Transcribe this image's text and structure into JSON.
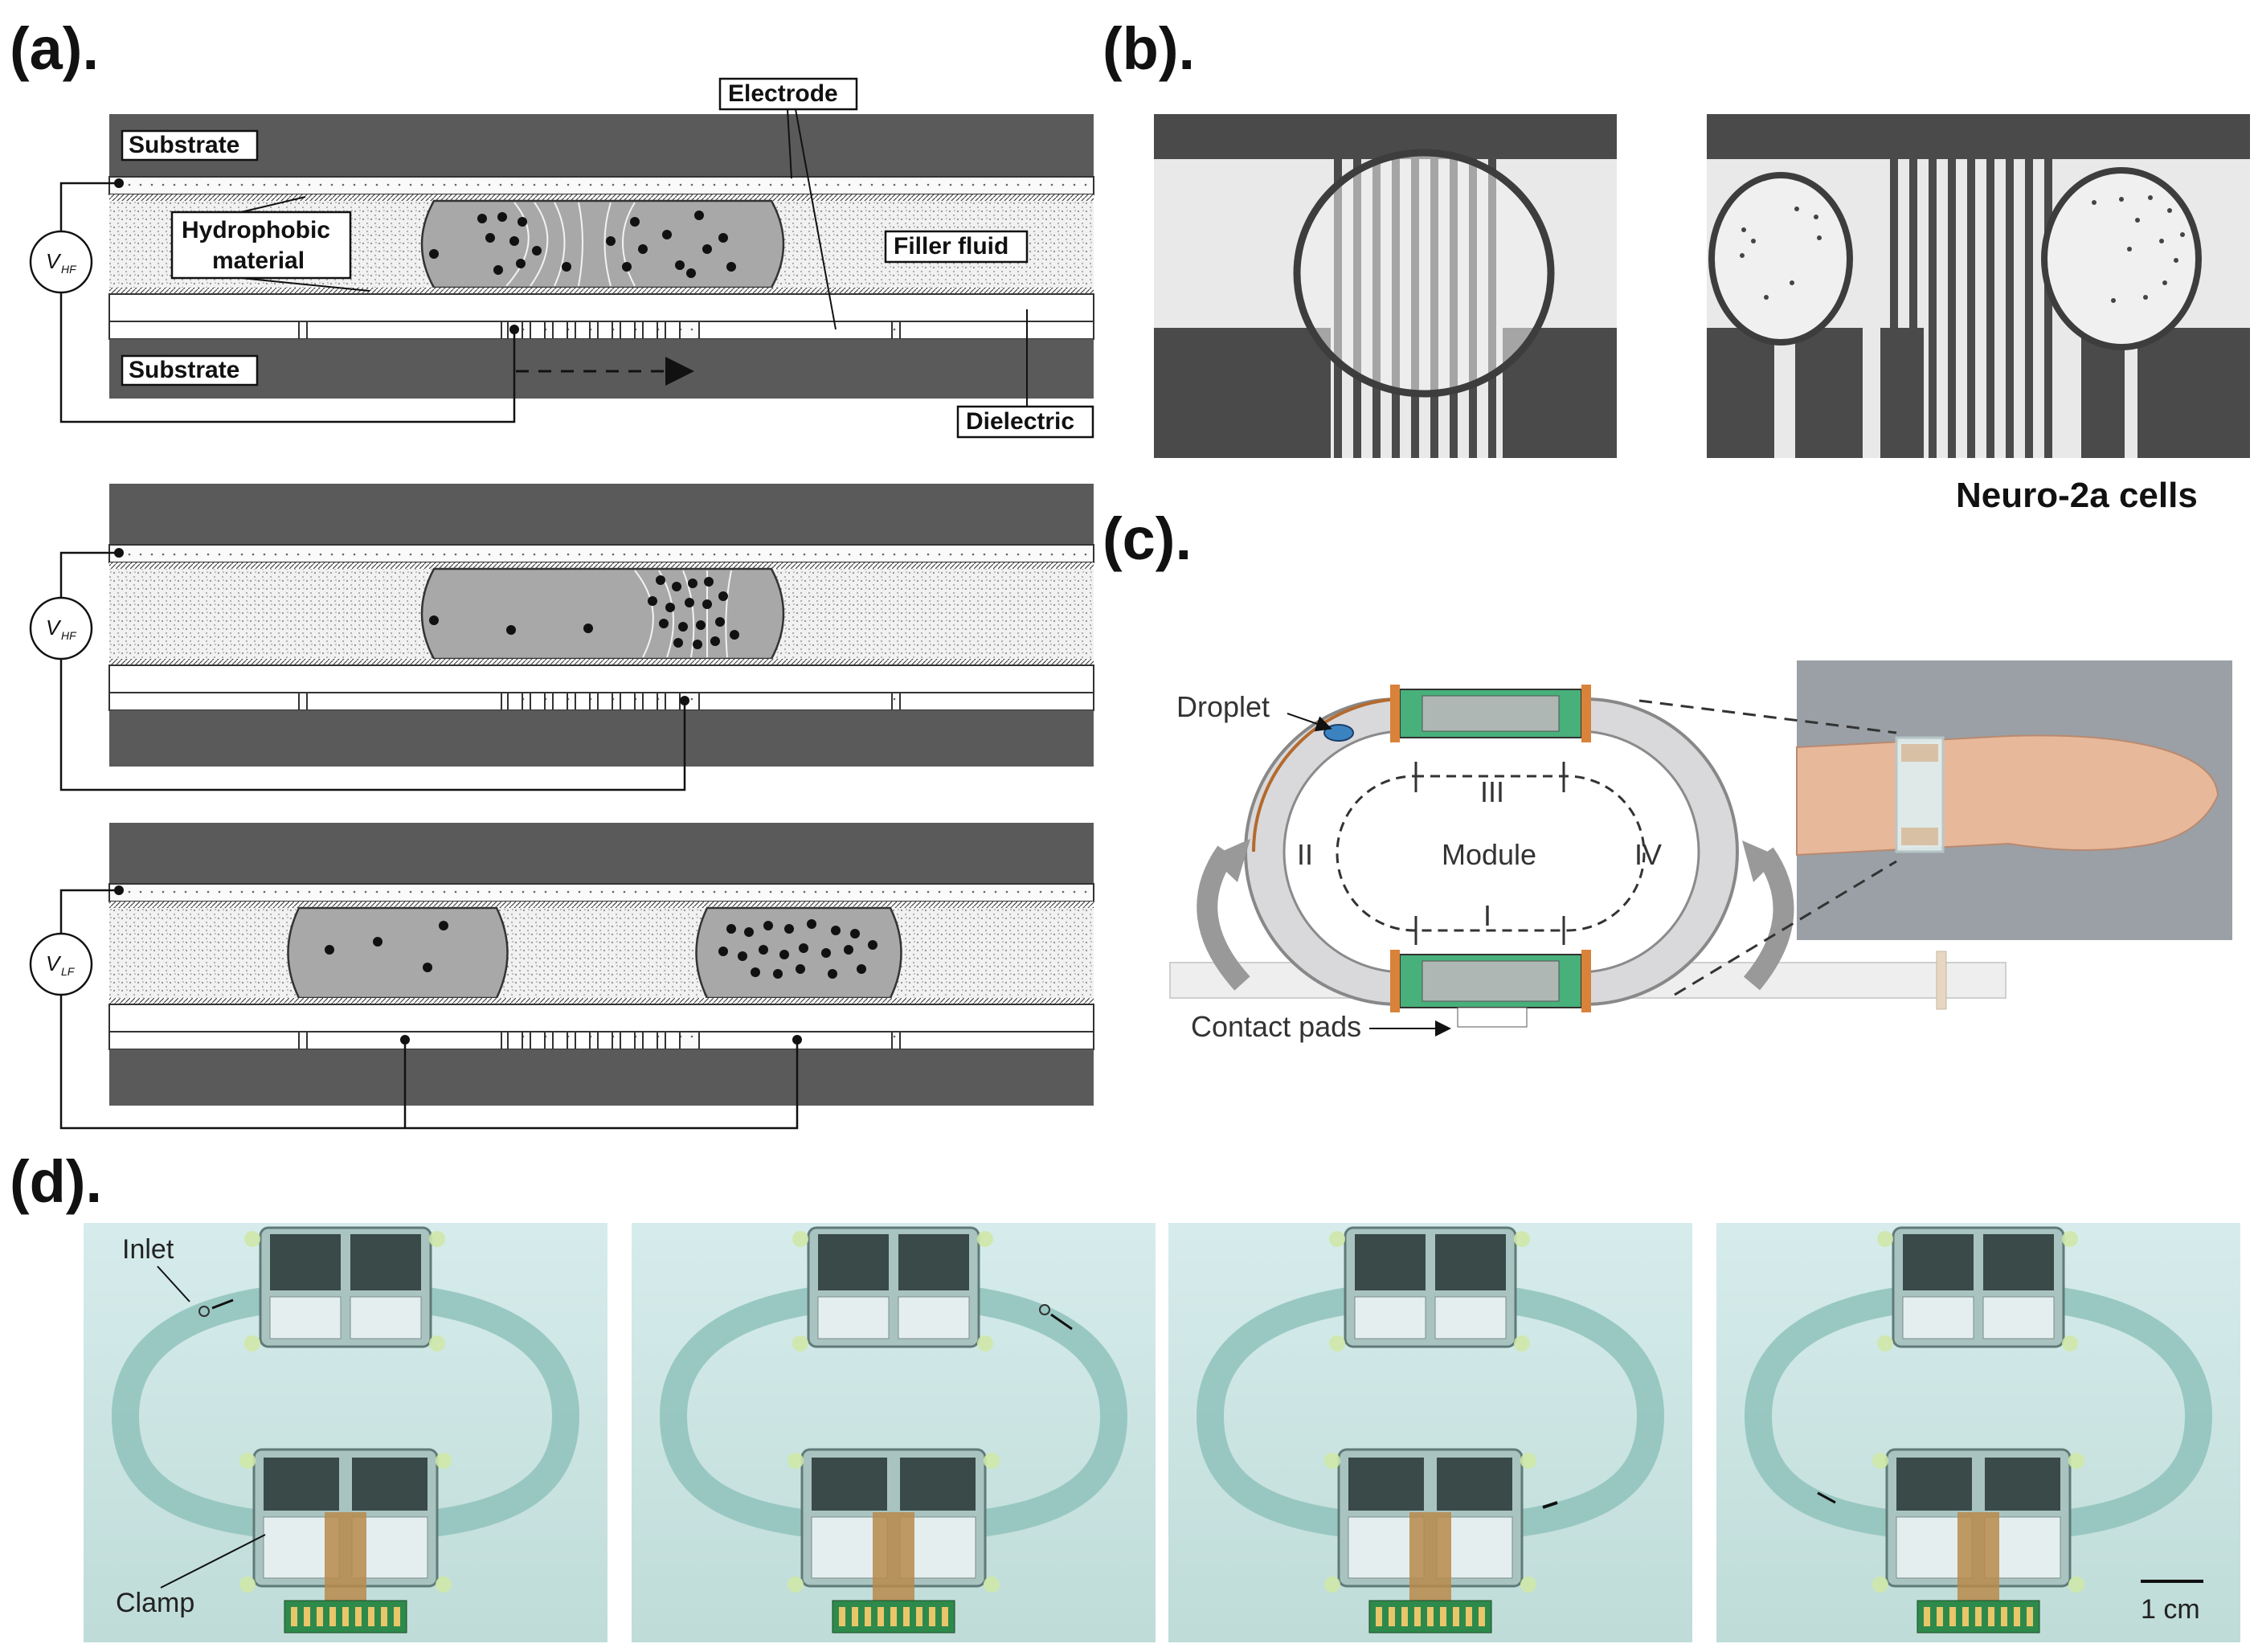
{
  "panels": {
    "a": {
      "label": "(a).",
      "substrate_top": "Substrate",
      "substrate_bottom": "Substrate",
      "electrode": "Electrode",
      "hydrophobic_1": "Hydrophobic",
      "hydrophobic_2": "material",
      "filler_fluid": "Filler fluid",
      "dielectric": "Dielectric",
      "v_hf_1_main": "V",
      "v_hf_1_sub": "HF",
      "v_hf_2_main": "V",
      "v_hf_2_sub": "HF",
      "v_lf_main": "V",
      "v_lf_sub": "LF"
    },
    "b": {
      "label": "(b).",
      "caption": "Neuro-2a cells"
    },
    "c": {
      "label": "(c).",
      "droplet": "Droplet",
      "module": "Module",
      "seg_I": "I",
      "seg_II": "II",
      "seg_III": "III",
      "seg_IV": "IV",
      "contact_pads": "Contact pads"
    },
    "d": {
      "label": "(d).",
      "inlet": "Inlet",
      "clamp": "Clamp",
      "scale": "1 cm"
    }
  },
  "colors": {
    "substrate": "#5a5a5a",
    "droplet": "#a8a8a8",
    "photo_bg": "#cfe6e6",
    "band": "#8fc2bc",
    "wrist_bg": "#9aa0a6"
  }
}
